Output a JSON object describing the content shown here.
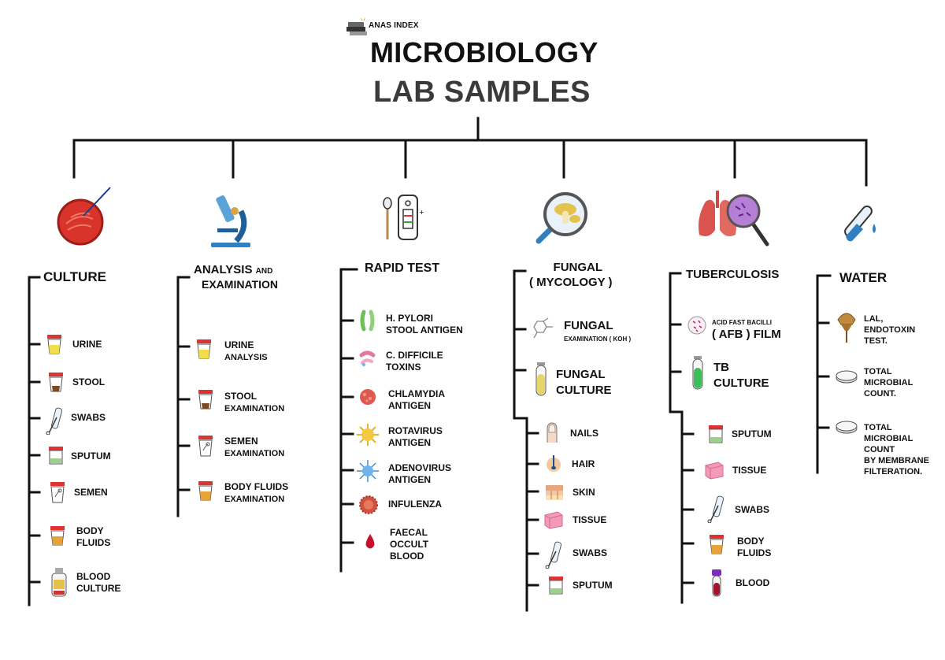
{
  "brand": {
    "logo_text": "ANAS INDEX"
  },
  "title": {
    "line1": "MICROBIOLOGY",
    "line2": "LAB SAMPLES"
  },
  "colors": {
    "line": "#111111",
    "title_line2": "#3a3a3a",
    "culture_red": "#d9342b",
    "microscope_blue": "#2f7fc1"
  },
  "categories": {
    "culture": {
      "title": "CULTURE",
      "icon": "petri-dish-icon",
      "items": [
        {
          "label": "URINE",
          "icon": "urine-cup-icon"
        },
        {
          "label": "STOOL",
          "icon": "stool-cup-icon"
        },
        {
          "label": "SWABS",
          "icon": "swab-icon"
        },
        {
          "label": "SPUTUM",
          "icon": "sputum-cup-icon"
        },
        {
          "label": "SEMEN",
          "icon": "semen-cup-icon"
        },
        {
          "label_1": "BODY",
          "label_2": "FLUIDS",
          "icon": "body-fluid-cup-icon"
        },
        {
          "label_1": "BLOOD",
          "label_2": "CULTURE",
          "icon": "blood-culture-bottle-icon"
        }
      ]
    },
    "analysis": {
      "title": "ANALYSIS",
      "title_small": "AND",
      "title_2": "EXAMINATION",
      "icon": "microscope-icon",
      "items": [
        {
          "label_1": "URINE",
          "label_2": "ANALYSIS",
          "icon": "urine-cup-icon"
        },
        {
          "label_1": "STOOL",
          "label_2": "EXAMINATION",
          "icon": "stool-cup-icon"
        },
        {
          "label_1": "SEMEN",
          "label_2": "EXAMINATION",
          "icon": "semen-cup-icon"
        },
        {
          "label_1": "BODY FLUIDS",
          "label_2": "EXAMINATION",
          "icon": "body-fluid-cup-icon"
        }
      ]
    },
    "rapid": {
      "title": "RAPID TEST",
      "icon": "rapid-test-cassette-icon",
      "items": [
        {
          "label_1": "H. PYLORI",
          "label_2": "STOOL ANTIGEN",
          "icon": "h-pylori-icon"
        },
        {
          "label_1": "C. DIFFICILE",
          "label_2": "TOXINS",
          "icon": "c-difficile-icon"
        },
        {
          "label_1": "CHLAMYDIA",
          "label_2": "ANTIGEN",
          "icon": "chlamydia-icon"
        },
        {
          "label_1": "ROTAVIRUS",
          "label_2": "ANTIGEN",
          "icon": "rotavirus-icon"
        },
        {
          "label_1": "ADENOVIRUS",
          "label_2": "ANTIGEN",
          "icon": "adenovirus-icon"
        },
        {
          "label": "INFULENZA",
          "icon": "influenza-virus-icon"
        },
        {
          "label_1": "FAECAL",
          "label_2": "OCCULT",
          "label_3": "BLOOD",
          "icon": "blood-drop-icon"
        }
      ]
    },
    "fungal": {
      "title": "FUNGAL",
      "title_2": "( MYCOLOGY )",
      "icon": "magnifier-fungus-icon",
      "exam": {
        "label": "FUNGAL",
        "label_small": "EXAMINATION ( KOH )",
        "icon": "koh-molecule-icon"
      },
      "culture": {
        "label_1": "FUNGAL",
        "label_2": "CULTURE",
        "icon": "culture-tube-icon"
      },
      "items": [
        {
          "label": "NAILS",
          "icon": "nail-icon"
        },
        {
          "label": "HAIR",
          "icon": "hair-icon"
        },
        {
          "label": "SKIN",
          "icon": "skin-icon"
        },
        {
          "label": "TISSUE",
          "icon": "tissue-icon"
        },
        {
          "label": "SWABS",
          "icon": "swab-icon"
        },
        {
          "label": "SPUTUM",
          "icon": "sputum-cup-icon"
        }
      ]
    },
    "tb": {
      "title": "TUBERCULOSIS",
      "icon": "lungs-magnifier-icon",
      "afb": {
        "label_small": "ACID FAST BACILLI",
        "label": "( AFB ) FILM",
        "icon": "afb-slide-icon"
      },
      "culture": {
        "label_1": "TB",
        "label_2": "CULTURE",
        "icon": "tb-culture-tube-icon"
      },
      "items": [
        {
          "label": "SPUTUM",
          "icon": "sputum-cup-icon"
        },
        {
          "label": "TISSUE",
          "icon": "tissue-icon"
        },
        {
          "label": "SWABS",
          "icon": "swab-icon"
        },
        {
          "label_1": "BODY",
          "label_2": "FLUIDS",
          "icon": "body-fluid-cup-icon"
        },
        {
          "label": "BLOOD",
          "icon": "blood-tube-icon"
        }
      ]
    },
    "water": {
      "title": "WATER",
      "icon": "water-test-tube-icon",
      "items": [
        {
          "label_1": "LAL,",
          "label_2": "ENDOTOXIN",
          "label_3": "TEST.",
          "icon": "horseshoe-crab-icon"
        },
        {
          "label_1": "TOTAL",
          "label_2": "MICROBIAL",
          "label_3": "COUNT.",
          "icon": "petri-plate-icon"
        },
        {
          "label_1": "TOTAL",
          "label_2": "MICROBIAL",
          "label_3": "COUNT",
          "label_4": "BY MEMBRANE",
          "label_5": "FILTERATION.",
          "icon": "petri-plate-icon"
        }
      ]
    }
  }
}
